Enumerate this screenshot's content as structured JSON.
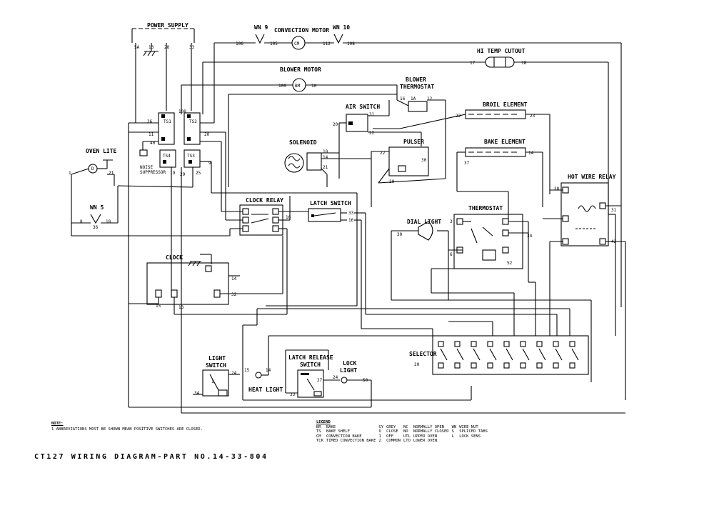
{
  "diagram": {
    "title": "CT127 WIRING DIAGRAM-PART NO.14-33-804",
    "components": {
      "power_supply": "POWER SUPPLY",
      "wn9": "WN 9",
      "convection_motor": "CONVECTION MOTOR",
      "wn10": "WN 10",
      "hi_temp_cutout": "HI TEMP CUTOUT",
      "blower_motor": "BLOWER MOTOR",
      "blower_thermostat_1": "BLOWER",
      "blower_thermostat_2": "THERMOSTAT",
      "air_switch": "AIR SWITCH",
      "broil_element": "BROIL ELEMENT",
      "oven_lite": "OVEN LITE",
      "solenoid": "SOLENOID",
      "pulser": "PULSER",
      "bake_element": "BAKE ELEMENT",
      "hot wire_relay": "HOT WIRE RELAY",
      "wn5": "WN 5",
      "clock_relay": "CLOCK RELAY",
      "latch_switch": "LATCH SWITCH",
      "dial_light": "DIAL LIGHT",
      "thermostat": "THERMOSTAT",
      "clock": "CLOCK",
      "selector": "SELECTOR",
      "light_switch_1": "LIGHT",
      "light_switch_2": "SWITCH",
      "heat_light": "HEAT LIGHT",
      "latch_release_switch_1": "LATCH RELEASE",
      "latch_release_switch_2": "SWITCH",
      "lock_light_1": "LOCK",
      "lock_light_2": "LIGHT",
      "ts1": "TS1",
      "ts2": "TS2",
      "ts4": "TS4",
      "ts3": "TS3",
      "cm": "CM",
      "bm": "BM",
      "noise_suppressor_1": "NOISE",
      "noise_suppressor_2": "SUPPRESSOR"
    },
    "wire_labels": {
      "ps_5a": "5A",
      "ps_13": "13",
      "ps_28": "28",
      "ps_33": "33",
      "cm_106": "106",
      "cm_105": "105",
      "cm_112": "112",
      "cm_108": "108",
      "hi_17": "17",
      "hi_18": "18",
      "bm_100": "100",
      "bm_10": "10",
      "bt_16": "16",
      "bt_1a": "1A",
      "bt_12": "12",
      "as_31": "31",
      "as_20": "20",
      "as_22": "22",
      "br_22": "22",
      "br_23": "23",
      "ts_36": "36",
      "ts_108": "108",
      "ts_11": "11",
      "ts_20": "20",
      "ts_40": "40",
      "ol_1": "1",
      "ol_21": "21",
      "sol_10": "10",
      "sol_14": "14",
      "sol_21": "21",
      "pul_22": "22",
      "pul_30": "30",
      "pul_20": "20",
      "be_37": "37",
      "be_14": "14",
      "hwr_38": "38",
      "hwr_31": "31",
      "hwr_42": "42",
      "wn5_8": "8",
      "wn5_10": "10",
      "wn5_36": "36",
      "cr_16": "16",
      "ls_33": "33",
      "ls_16": "16",
      "dl_30": "30",
      "th_3": "3",
      "th_34": "34",
      "th_6": "6",
      "th_52": "52",
      "ck_14": "14",
      "ck_15": "15",
      "ck_13": "13",
      "ck_32": "32",
      "sel_20": "20",
      "lsw_24": "24",
      "lsw_34": "34",
      "lsw_1": "1",
      "hl_15": "15",
      "hl_14": "14",
      "lr_27": "27",
      "lr_33": "33",
      "lr_24": "24",
      "lr_50": "50",
      "ts4_19": "19",
      "ts4_29": "29",
      "ts3_25": "25",
      "ts3_9": "9"
    },
    "note": {
      "header": "NOTE:",
      "text": "1  ABBREVIATIONS MOST BE SHOWN MEAN POSITIVE SWITCHES ARE CLOSED."
    },
    "legend": {
      "header": "LEGEND",
      "rows": [
        [
          "BR",
          "BAKE",
          "GY",
          "GREY",
          "NC",
          "NORMALLY OPEN",
          "WN",
          "WIRE NUT"
        ],
        [
          "TS",
          "BAKE SHELF",
          "O",
          "CLOSE",
          "NO",
          "NORMALLY CLOSED",
          "S",
          "SPLICED TABS"
        ],
        [
          "CM",
          "CONVECTION BAKE",
          "1",
          "OFF",
          "UTL",
          "UPPER OVEN",
          "L",
          "LOCK SENS"
        ],
        [
          "TCK",
          "TIMED CONVECTION BAKE",
          "2",
          "COMMON",
          "LTO",
          "LOWER OVEN",
          "",
          ""
        ]
      ]
    }
  }
}
